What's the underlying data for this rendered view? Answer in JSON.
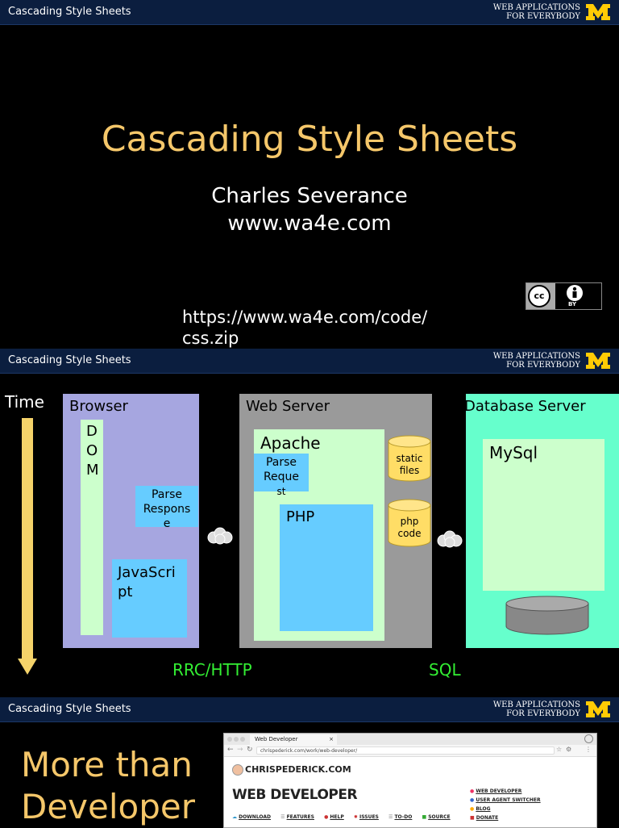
{
  "header": {
    "title": "Cascading Style Sheets",
    "brand_line1": "WEB APPLICATIONS",
    "brand_line2": "FOR EVERYBODY"
  },
  "slide1": {
    "title": "Cascading Style Sheets",
    "author": "Charles Severance",
    "site": "www.wa4e.com",
    "link_line1": "https://www.wa4e.com/code/",
    "link_line2": "css.zip",
    "cc_label": "cc",
    "cc_by": "BY"
  },
  "slide2": {
    "time_label": "Time",
    "browser_label": "Browser",
    "dom_label": [
      "D",
      "O",
      "M"
    ],
    "parse_response": [
      "Parse",
      "Respons",
      "e"
    ],
    "javascript": [
      "JavaScri",
      "pt"
    ],
    "webserver_label": "Web Server",
    "apache_label": "Apache",
    "parse_request": [
      "Parse",
      "Reque",
      "st"
    ],
    "php_label": "PHP",
    "static_files": [
      "static",
      "files"
    ],
    "php_code": [
      "php",
      "code"
    ],
    "database_label": "Database Server",
    "mysql_label": "MySql",
    "rrc_label": "RRC/HTTP",
    "sql_label": "SQL"
  },
  "slide3": {
    "title_line1": "More than",
    "title_line2": "Developer",
    "tab_title": "Web Developer",
    "url": "chrispederick.com/work/web-developer/",
    "site_name": "CHRISPEDERICK.COM",
    "page_heading": "WEB DEVELOPER",
    "nav": [
      "DOWNLOAD",
      "FEATURES",
      "HELP",
      "ISSUES",
      "TO-DO",
      "SOURCE"
    ],
    "side_links": [
      "WEB DEVELOPER",
      "USER AGENT SWITCHER",
      "BLOG",
      "DONATE"
    ]
  },
  "colors": {
    "header_bg": "#0b1e3f",
    "gold": "#f5c76a",
    "michigan_maize": "#ffcb05",
    "browser_box": "#a6a6e0",
    "webserver_box": "#9a9a9a",
    "database_box": "#66ffcc",
    "light_green": "#ccffcc",
    "blue_box": "#66ccff",
    "cylinder": "#ffdd66",
    "green_text": "#33ee33"
  }
}
